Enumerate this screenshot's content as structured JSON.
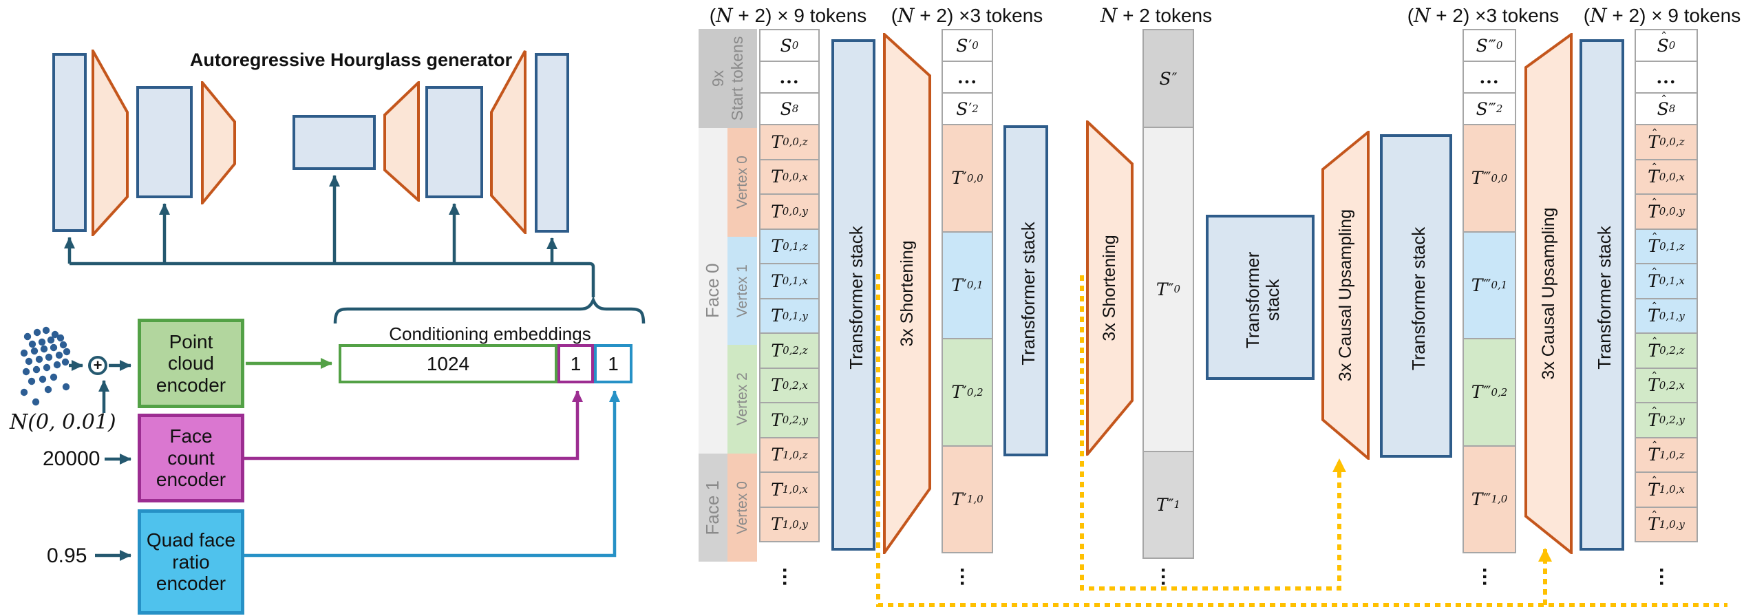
{
  "title": "Autoregressive Hourglass generator",
  "colors": {
    "block_blue_fill": "#dbe5f1",
    "block_blue_border": "#2e5c8a",
    "trapezoid_fill": "#fbe5d6",
    "trapezoid_border": "#c4561c",
    "arrow_dark": "#24586f",
    "green_fill": "#b2d69e",
    "green_border": "#53a146",
    "magenta_fill": "#da77d0",
    "magenta_border": "#9c2d91",
    "cyan_fill": "#4fc2ed",
    "cyan_border": "#2691c6",
    "yellow_dotted": "#ffc000",
    "cell_border": "#a6a6a6",
    "cell_peach": "#f9d7c4",
    "cell_blue": "#c9e6f8",
    "cell_green": "#d2e9c8"
  },
  "inputs": {
    "noise_label": "N(0, 0.01)",
    "face_count_value": "20000",
    "quad_ratio_value": "0.95",
    "plus_sign": "+"
  },
  "encoders": {
    "point_cloud": "Point cloud encoder",
    "face_count": "Face count encoder",
    "quad_ratio": "Quad face ratio encoder"
  },
  "conditioning": {
    "title": "Conditioning embeddings",
    "segments": [
      {
        "label": "1024",
        "color": "green"
      },
      {
        "label": "1",
        "color": "magenta"
      },
      {
        "label": "1",
        "color": "cyan"
      }
    ]
  },
  "stages": {
    "transformer_label": "Transformer stack",
    "shortening_label": "3x Shortening",
    "upsampling_label": "3x Causal Upsampling"
  },
  "headers": [
    "(N + 2) × 9 tokens",
    "(N + 2) ×3 tokens",
    "N + 2 tokens",
    "(N + 2) ×3 tokens",
    "(N + 2) × 9 tokens"
  ],
  "row_groups": {
    "start_line1": "9x",
    "start_line2": "Start tokens",
    "faces": [
      "Face 0",
      "Face 1"
    ],
    "vertices": [
      "Vertex 0",
      "Vertex 1",
      "Vertex 2",
      "Vertex 0"
    ]
  },
  "columns": [
    {
      "id": "tokens-input",
      "cells": [
        {
          "b": "S",
          "s": "0",
          "c": "w"
        },
        {
          "dots": true,
          "c": "w"
        },
        {
          "b": "S",
          "s": "8",
          "c": "w"
        },
        {
          "b": "T",
          "s": "0,0,z",
          "c": "p"
        },
        {
          "b": "T",
          "s": "0,0,x",
          "c": "p"
        },
        {
          "b": "T",
          "s": "0,0,y",
          "c": "p"
        },
        {
          "b": "T",
          "s": "0,1,z",
          "c": "b"
        },
        {
          "b": "T",
          "s": "0,1,x",
          "c": "b"
        },
        {
          "b": "T",
          "s": "0,1,y",
          "c": "b"
        },
        {
          "b": "T",
          "s": "0,2,z",
          "c": "g"
        },
        {
          "b": "T",
          "s": "0,2,x",
          "c": "g"
        },
        {
          "b": "T",
          "s": "0,2,y",
          "c": "g"
        },
        {
          "b": "T",
          "s": "1,0,z",
          "c": "p"
        },
        {
          "b": "T",
          "s": "1,0,x",
          "c": "p"
        },
        {
          "b": "T",
          "s": "1,0,y",
          "c": "p"
        }
      ]
    },
    {
      "id": "tokens-shortened-3x",
      "cells": [
        {
          "b": "S",
          "pr": 1,
          "s": "0",
          "c": "w"
        },
        {
          "dots": true,
          "c": "w"
        },
        {
          "b": "S",
          "pr": 1,
          "s": "2",
          "c": "w"
        },
        {
          "b": "T",
          "pr": 1,
          "s": "0,0",
          "c": "p"
        },
        {
          "b": "T",
          "pr": 1,
          "s": "0,1",
          "c": "b"
        },
        {
          "b": "T",
          "pr": 1,
          "s": "0,2",
          "c": "g"
        },
        {
          "b": "T",
          "pr": 1,
          "s": "1,0",
          "c": "p"
        }
      ]
    },
    {
      "id": "tokens-shortened-9x",
      "cells": [
        {
          "b": "S",
          "pr": 2,
          "c": "gd"
        },
        {
          "b": "T",
          "pr": 2,
          "s": "0",
          "c": "gl"
        },
        {
          "b": "T",
          "pr": 2,
          "s": "1",
          "c": "gm"
        }
      ]
    },
    {
      "id": "tokens-upsampled-3x",
      "cells": [
        {
          "b": "S",
          "pr": 3,
          "s": "0",
          "c": "w"
        },
        {
          "dots": true,
          "c": "w"
        },
        {
          "b": "S",
          "pr": 3,
          "s": "2",
          "c": "w"
        },
        {
          "b": "T",
          "pr": 3,
          "s": "0,0",
          "c": "p"
        },
        {
          "b": "T",
          "pr": 3,
          "s": "0,1",
          "c": "b"
        },
        {
          "b": "T",
          "pr": 3,
          "s": "0,2",
          "c": "g"
        },
        {
          "b": "T",
          "pr": 3,
          "s": "1,0",
          "c": "p"
        }
      ]
    },
    {
      "id": "tokens-output",
      "cells": [
        {
          "b": "S",
          "hat": true,
          "s": "0",
          "c": "w"
        },
        {
          "dots": true,
          "c": "w"
        },
        {
          "b": "S",
          "hat": true,
          "s": "8",
          "c": "w"
        },
        {
          "b": "T",
          "hat": true,
          "s": "0,0,z",
          "c": "p"
        },
        {
          "b": "T",
          "hat": true,
          "s": "0,0,x",
          "c": "p"
        },
        {
          "b": "T",
          "hat": true,
          "s": "0,0,y",
          "c": "p"
        },
        {
          "b": "T",
          "hat": true,
          "s": "0,1,z",
          "c": "b"
        },
        {
          "b": "T",
          "hat": true,
          "s": "0,1,x",
          "c": "b"
        },
        {
          "b": "T",
          "hat": true,
          "s": "0,1,y",
          "c": "b"
        },
        {
          "b": "T",
          "hat": true,
          "s": "0,2,z",
          "c": "g"
        },
        {
          "b": "T",
          "hat": true,
          "s": "0,2,x",
          "c": "g"
        },
        {
          "b": "T",
          "hat": true,
          "s": "0,2,y",
          "c": "g"
        },
        {
          "b": "T",
          "hat": true,
          "s": "1,0,z",
          "c": "p"
        },
        {
          "b": "T",
          "hat": true,
          "s": "1,0,x",
          "c": "p"
        },
        {
          "b": "T",
          "hat": true,
          "s": "1,0,y",
          "c": "p"
        }
      ]
    }
  ]
}
